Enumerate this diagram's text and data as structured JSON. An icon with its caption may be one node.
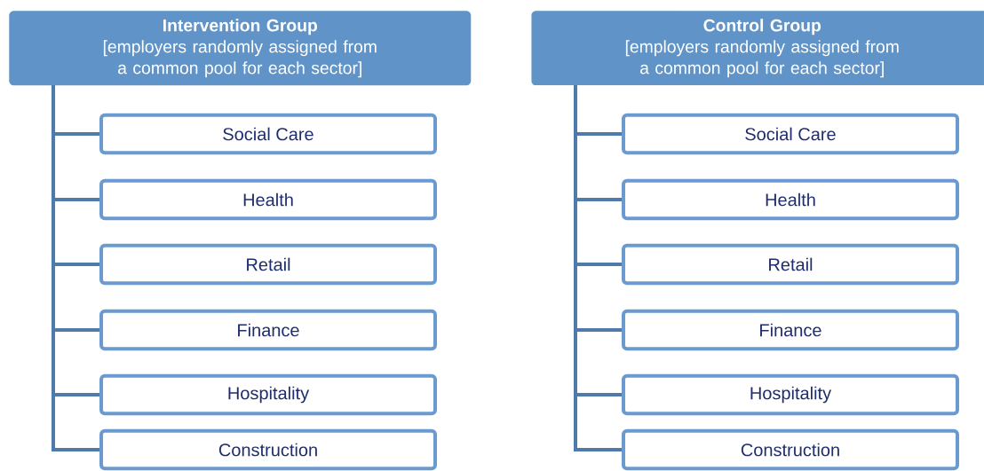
{
  "diagram": {
    "nodes": [
      {
        "text": [
          "Intervention Group",
          "[employers randomly assigned from a common pool for each sector]"
        ]
      },
      {
        "text": [
          "Social Care"
        ]
      },
      {
        "text": [
          "Health"
        ]
      },
      {
        "text": [
          "Retail"
        ]
      },
      {
        "text": [
          "Finance"
        ]
      },
      {
        "text": [
          "Hospitality"
        ]
      },
      {
        "text": [
          "Construction"
        ]
      },
      {
        "text": [
          "Control Group",
          "[employers randomly assigned from a common pool for each sector]"
        ]
      },
      {
        "text": [
          "Social Care"
        ]
      },
      {
        "text": [
          "Health"
        ]
      },
      {
        "text": [
          "Retail"
        ]
      },
      {
        "text": [
          "Finance"
        ]
      },
      {
        "text": [
          "Hospitality"
        ]
      },
      {
        "text": [
          "Construction"
        ]
      }
    ],
    "edges": [
      {
        "from": 0,
        "to": 1,
        "arrow": "none"
      },
      {
        "from": 0,
        "to": 2,
        "arrow": "none"
      },
      {
        "from": 0,
        "to": 3,
        "arrow": "none"
      },
      {
        "from": 0,
        "to": 4,
        "arrow": "none"
      },
      {
        "from": 0,
        "to": 5,
        "arrow": "none"
      },
      {
        "from": 0,
        "to": 6,
        "arrow": "none"
      },
      {
        "from": 7,
        "to": 8,
        "arrow": "none"
      },
      {
        "from": 7,
        "to": 9,
        "arrow": "none"
      },
      {
        "from": 7,
        "to": 10,
        "arrow": "none"
      },
      {
        "from": 7,
        "to": 11,
        "arrow": "none"
      },
      {
        "from": 7,
        "to": 12,
        "arrow": "none"
      },
      {
        "from": 7,
        "to": 13,
        "arrow": "none"
      }
    ]
  }
}
